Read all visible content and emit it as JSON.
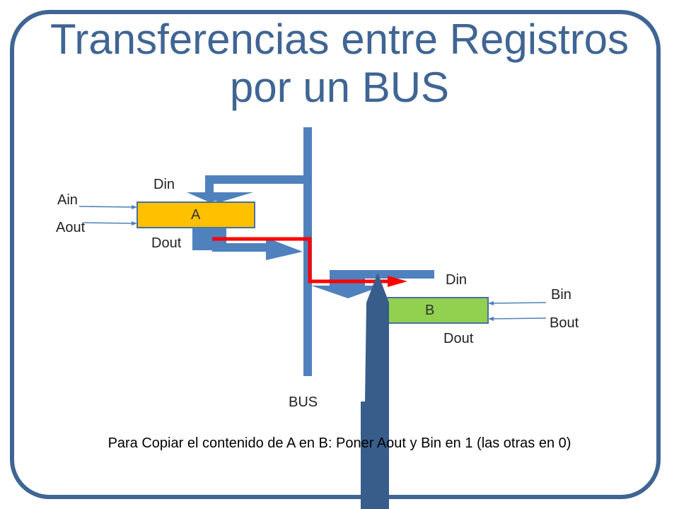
{
  "slide": {
    "title_line1": "Transferencias entre Registros",
    "title_line2": "por un BUS",
    "caption": "Para Copiar el contenido de A en B: Poner Aout y Bin en 1 (las otras en 0)"
  },
  "bus": {
    "label": "BUS"
  },
  "register_a": {
    "name": "A",
    "din": "Din",
    "dout": "Dout",
    "in_signal": "Ain",
    "out_signal": "Aout"
  },
  "register_b": {
    "name": "B",
    "din": "Din",
    "dout": "Dout",
    "in_signal": "Bin",
    "out_signal": "Bout"
  },
  "colors": {
    "frame": "#3f6593",
    "bus": "#4f81bd",
    "register_a": "#ffc000",
    "register_b": "#92d050",
    "transfer_path": "#ff0000",
    "pointer": "#385d8a"
  }
}
